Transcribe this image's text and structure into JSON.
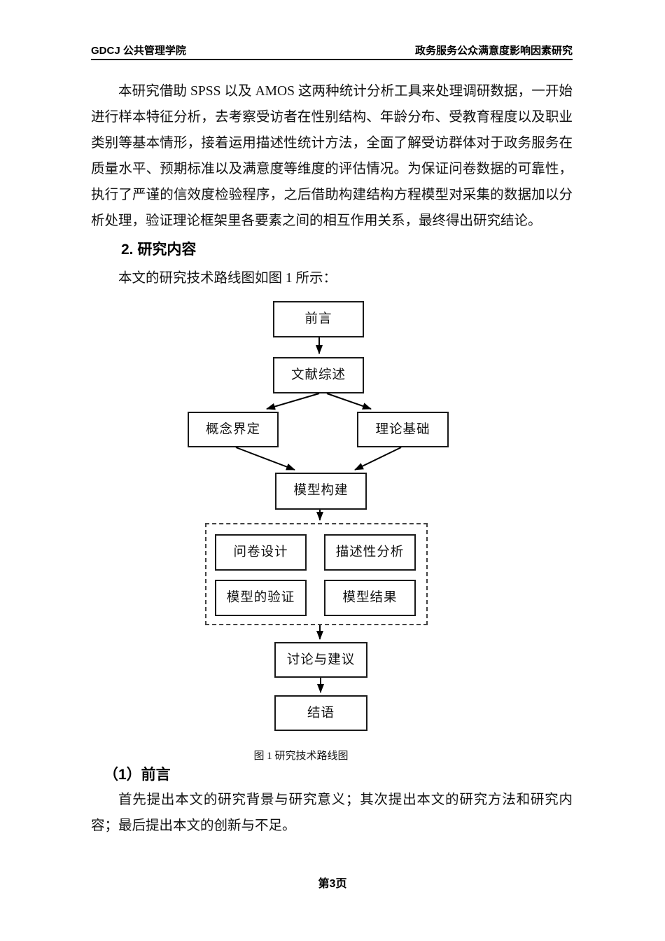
{
  "header": {
    "left": "GDCJ 公共管理学院",
    "right": "政务服务公众满意度影响因素研究"
  },
  "headings": {
    "section": "2. 研究内容",
    "subsection": "（1）前言"
  },
  "paragraphs": {
    "methodology": "本研究借助 SPSS 以及 AMOS 这两种统计分析工具来处理调研数据，一开始进行样本特征分析，去考察受访者在性别结构、年龄分布、受教育程度以及职业类别等基本情形，接着运用描述性统计方法，全面了解受访群体对于政务服务在质量水平、预期标准以及满意度等维度的评估情况。为保证问卷数据的可靠性，执行了严谨的信效度检验程序，之后借助构建结构方程模型对采集的数据加以分析处理，验证理论框架里各要素之间的相互作用关系，最终得出研究结论。",
    "figure_intro": "本文的研究技术路线图如图 1 所示：",
    "overview": "首先提出本文的研究背景与研究意义；其次提出本文的研究方法和研究内容；最后提出本文的创新与不足。"
  },
  "flowchart": {
    "boxes": [
      {
        "id": "qianyan",
        "label": "前言"
      },
      {
        "id": "wenxian",
        "label": "文献综述"
      },
      {
        "id": "gainian",
        "label": "概念界定"
      },
      {
        "id": "lilun",
        "label": "理论基础"
      },
      {
        "id": "goujian",
        "label": "模型构建"
      },
      {
        "id": "wenjuan",
        "label": "问卷设计"
      },
      {
        "id": "miaoshu",
        "label": "描述性分析"
      },
      {
        "id": "yanzheng",
        "label": "模型的验证"
      },
      {
        "id": "jieguo",
        "label": "模型结果"
      },
      {
        "id": "taolun",
        "label": "讨论与建议"
      },
      {
        "id": "jieyu",
        "label": "结语"
      }
    ],
    "edges": [
      {
        "from": "前言",
        "to": "文献综述"
      },
      {
        "from": "文献综述",
        "to": "概念界定"
      },
      {
        "from": "文献综述",
        "to": "理论基础"
      },
      {
        "from": "概念界定",
        "to": "模型构建"
      },
      {
        "from": "理论基础",
        "to": "模型构建"
      },
      {
        "from": "模型构建",
        "to": "分析阶段（虚线框组）"
      },
      {
        "from": "分析阶段（虚线框组）",
        "to": "讨论与建议"
      },
      {
        "from": "讨论与建议",
        "to": "结语"
      }
    ]
  },
  "figure": {
    "caption": "图 1 研究技术路线图"
  },
  "footer": {
    "page_label": "第3页"
  },
  "colors": {
    "ink": "#000000",
    "background": "#ffffff"
  }
}
